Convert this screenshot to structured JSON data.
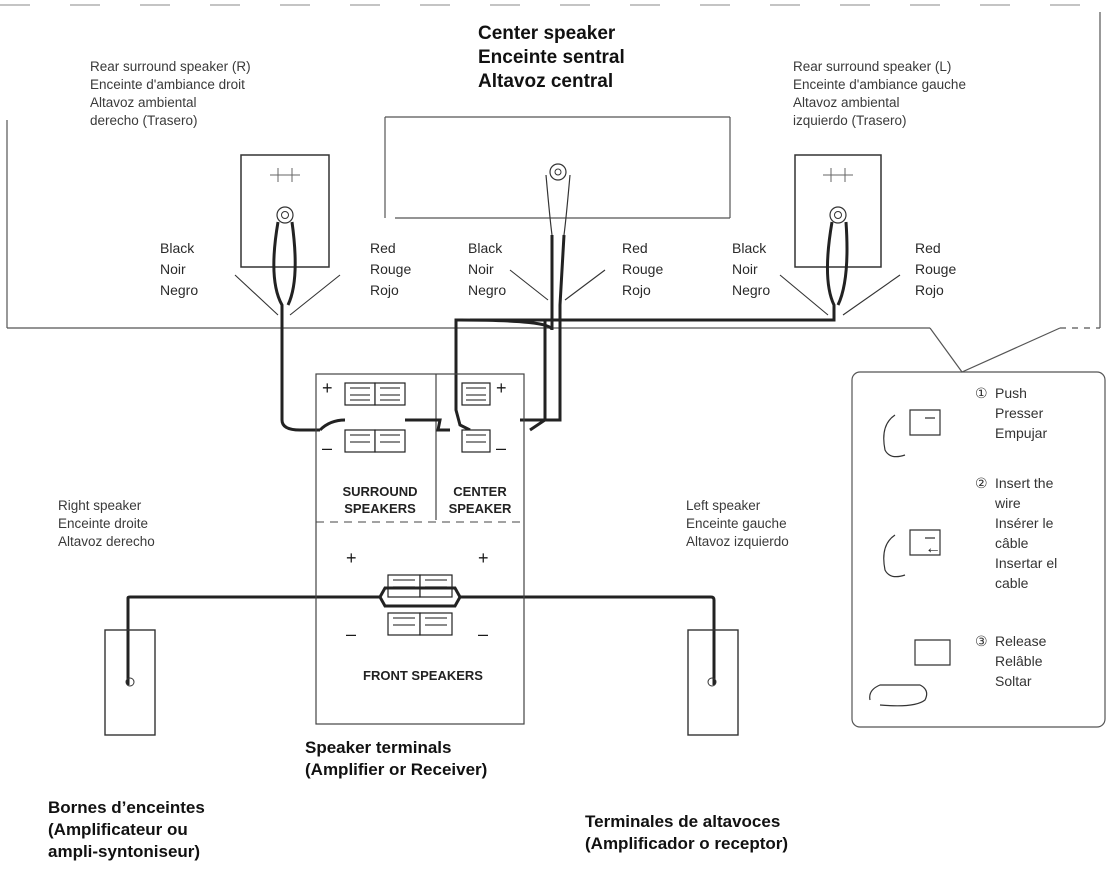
{
  "center_speaker": {
    "title": "Center speaker\nEnceinte sentral\nAltavoz central"
  },
  "rear_right": {
    "label": "Rear surround speaker (R)\nEnceinte d'ambiance droit\nAltavoz ambiental\nderecho (Trasero)"
  },
  "rear_left": {
    "label": "Rear surround speaker (L)\nEnceinte d'ambiance gauche\nAltavoz ambiental\nizquierdo (Trasero)"
  },
  "wire_labels": {
    "black": "Black\nNoir\nNegro",
    "red": "Red\nRouge\nRojo"
  },
  "terminal_panel": {
    "plus": "+",
    "minus": "–",
    "surround": "SURROUND\nSPEAKERS",
    "center": "CENTER\nSPEAKER",
    "front": "FRONT SPEAKERS"
  },
  "front_right": {
    "label": "Right speaker\nEnceinte droite\nAltavoz derecho"
  },
  "front_left": {
    "label": "Left speaker\nEnceinte gauche\nAltavoz izquierdo"
  },
  "captions": {
    "english": "Speaker terminals\n(Amplifier or Receiver)",
    "french": "Bornes d’enceintes\n(Amplificateur     ou\nampli-syntoniseur)",
    "spanish": "Terminales de altavoces\n(Amplificador o receptor)"
  },
  "steps": [
    {
      "number": "①",
      "text": "Push\nPresser\nEmpujar"
    },
    {
      "number": "②",
      "text": "Insert the\nwire\nInsérer le\ncâble\nInsertar el\ncable"
    },
    {
      "number": "③",
      "text": "Release\nRelâble\nSoltar"
    }
  ]
}
